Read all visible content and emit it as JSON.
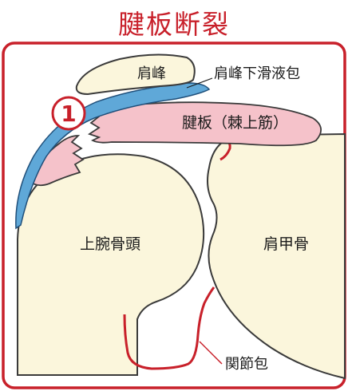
{
  "title": "腱板断裂",
  "labels": {
    "acromion": "肩峰",
    "bursa": "肩峰下滑液包",
    "tendon": "腱板（棘上筋）",
    "humeral_head": "上腕骨頭",
    "scapula": "肩甲骨",
    "capsule": "関節包",
    "marker": "1"
  },
  "colors": {
    "frame": "#c8202a",
    "bone": "#fbf6dc",
    "bursa": "#5fa8d8",
    "tendon": "#f5c2ca",
    "capsule": "#c8202a"
  }
}
